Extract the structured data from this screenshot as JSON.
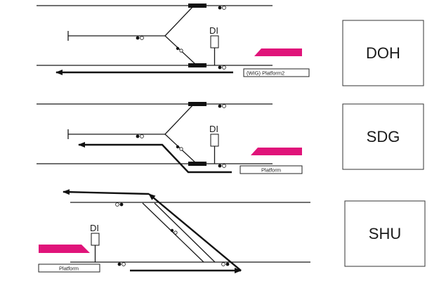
{
  "colors": {
    "platform_marker": "#e0147a",
    "line": "#1a1a1a"
  },
  "panels": [
    {
      "code": "DOH",
      "di_label": "DI",
      "platform_label": "(WIG) Platform2"
    },
    {
      "code": "SDG",
      "di_label": "DI",
      "platform_label": "Platform"
    },
    {
      "code": "SHU",
      "di_label": "DI",
      "platform_label": "Platform"
    }
  ]
}
